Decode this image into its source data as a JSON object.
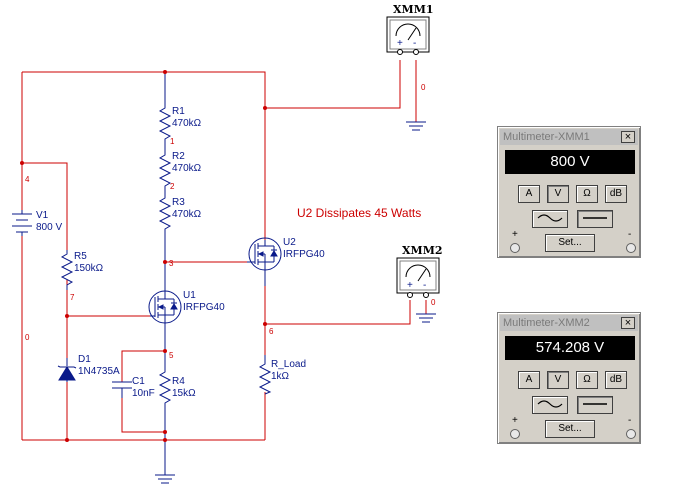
{
  "schematic": {
    "note": "U2 Dissipates 45 Watts",
    "components": {
      "v1": {
        "name": "V1",
        "value": "800 V"
      },
      "r1": {
        "name": "R1",
        "value": "470kΩ"
      },
      "r2": {
        "name": "R2",
        "value": "470kΩ"
      },
      "r3": {
        "name": "R3",
        "value": "470kΩ"
      },
      "r5": {
        "name": "R5",
        "value": "150kΩ"
      },
      "r4": {
        "name": "R4",
        "value": "15kΩ"
      },
      "c1": {
        "name": "C1",
        "value": "10nF"
      },
      "d1": {
        "name": "D1",
        "value": "1N4735A"
      },
      "u1": {
        "name": "U1",
        "value": "IRFPG40"
      },
      "u2": {
        "name": "U2",
        "value": "IRFPG40"
      },
      "rload": {
        "name": "R_Load",
        "value": "1kΩ"
      },
      "xmm1": {
        "name": "XMM1"
      },
      "xmm2": {
        "name": "XMM2"
      }
    },
    "nodes": {
      "n0a": "0",
      "n0b": "0",
      "n0c": "0",
      "n1": "1",
      "n2": "2",
      "n3": "3",
      "n4": "4",
      "n5": "5",
      "n6": "6",
      "n7": "7"
    },
    "meter_signs": {
      "plus": "+",
      "minus": "-"
    }
  },
  "multimeter1": {
    "title": "Multimeter-XMM1",
    "reading": "800 V",
    "buttons": {
      "a": "A",
      "v": "V",
      "ohm": "Ω",
      "db": "dB",
      "set": "Set..."
    },
    "selected": "V",
    "close": "×",
    "plus": "+",
    "minus": "-"
  },
  "multimeter2": {
    "title": "Multimeter-XMM2",
    "reading": "574.208 V",
    "buttons": {
      "a": "A",
      "v": "V",
      "ohm": "Ω",
      "db": "dB",
      "set": "Set..."
    },
    "selected": "V",
    "close": "×",
    "plus": "+",
    "minus": "-"
  },
  "colors": {
    "wire": "#cc0000",
    "component": "#0a1a8a",
    "label": "#0a1a8a"
  }
}
